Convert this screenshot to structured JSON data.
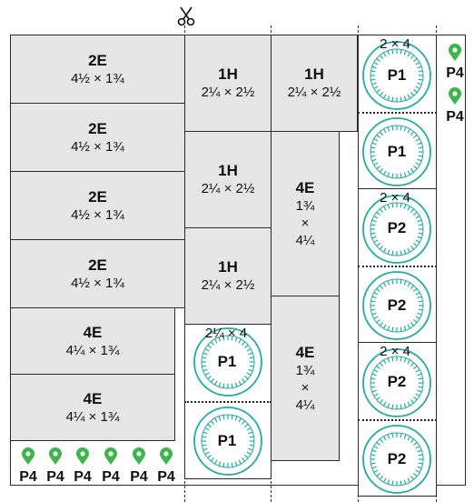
{
  "cut_icon": "scissors-icon",
  "colors": {
    "piece_fill": "#e6e6e6",
    "circle": "#1fae9e",
    "pin": "#3cb54a"
  },
  "pieces_2e": [
    {
      "code": "2E",
      "dims": "4½ × 1¾"
    },
    {
      "code": "2E",
      "dims": "4½ × 1¾"
    },
    {
      "code": "2E",
      "dims": "4½ × 1¾"
    },
    {
      "code": "2E",
      "dims": "4½ × 1¾"
    }
  ],
  "pieces_4e_wide": [
    {
      "code": "4E",
      "dims": "4¼ × 1¾"
    },
    {
      "code": "4E",
      "dims": "4¼ × 1¾"
    }
  ],
  "pieces_1h": [
    {
      "code": "1H",
      "dims": "2¼ × 2½"
    },
    {
      "code": "1H",
      "dims": "2¼ × 2½"
    },
    {
      "code": "1H",
      "dims": "2¼ × 2½"
    },
    {
      "code": "1H",
      "dims": "2¼ × 2½"
    }
  ],
  "pieces_4e_tall": [
    {
      "code": "4E",
      "w": "1¾",
      "x": "×",
      "h": "4¼"
    },
    {
      "code": "4E",
      "w": "1¾",
      "x": "×",
      "h": "4¼"
    }
  ],
  "p1_block": {
    "size": "2¼ × 4",
    "units": [
      "P1",
      "P1"
    ]
  },
  "right_blocks": [
    {
      "size": "2 × 4",
      "units": [
        "P1",
        "P1"
      ]
    },
    {
      "size": "2 × 4",
      "units": [
        "P2",
        "P2"
      ]
    },
    {
      "size": "2 × 4",
      "units": [
        "P2",
        "P2"
      ]
    }
  ],
  "pins_bottom": [
    "P4",
    "P4",
    "P4",
    "P4",
    "P4",
    "P4"
  ],
  "pins_right": [
    "P4",
    "P4"
  ]
}
